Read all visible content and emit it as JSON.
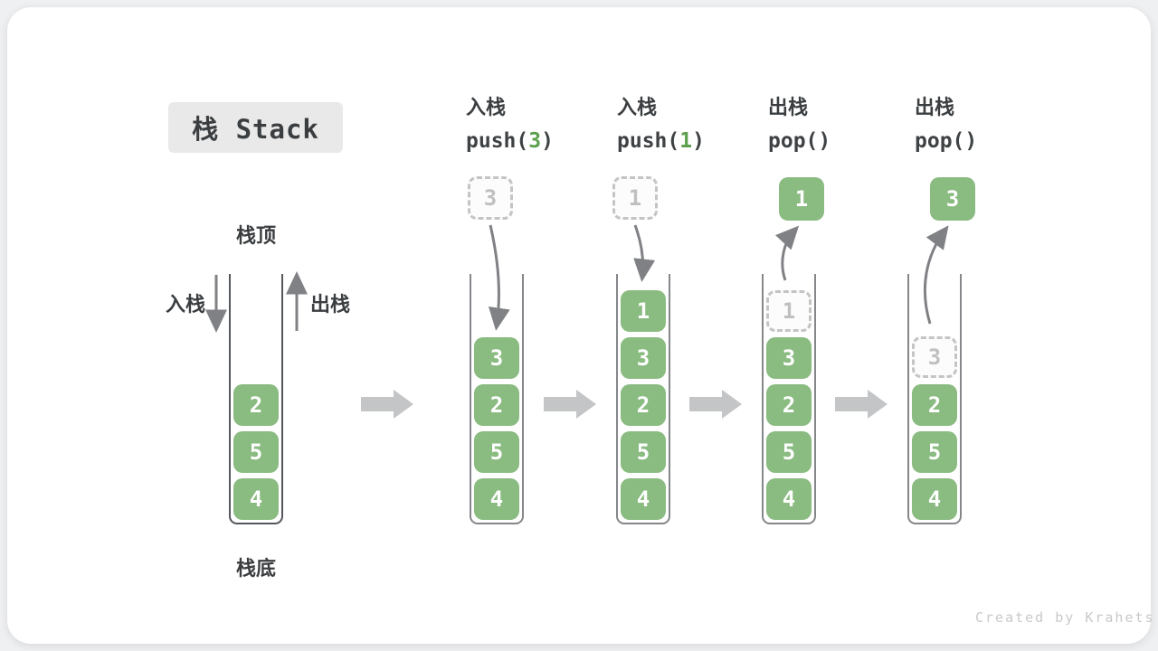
{
  "title": "栈 Stack",
  "watermark": "Created by Krahets",
  "labels": {
    "stack_top": "栈顶",
    "stack_bottom": "栈底",
    "push_cn": "入栈",
    "pop_cn": "出栈"
  },
  "initial_stack": {
    "values": [
      "2",
      "5",
      "4"
    ]
  },
  "steps": [
    {
      "name": "push-3",
      "action": "入栈",
      "code_pre": "push(",
      "code_arg": "3",
      "code_post": ")",
      "floating": "3",
      "floating_style": "dashed",
      "cells": [
        {
          "v": "3",
          "ghost": false
        },
        {
          "v": "2",
          "ghost": false
        },
        {
          "v": "5",
          "ghost": false
        },
        {
          "v": "4",
          "ghost": false
        }
      ]
    },
    {
      "name": "push-1",
      "action": "入栈",
      "code_pre": "push(",
      "code_arg": "1",
      "code_post": ")",
      "floating": "1",
      "floating_style": "dashed",
      "cells": [
        {
          "v": "1",
          "ghost": false
        },
        {
          "v": "3",
          "ghost": false
        },
        {
          "v": "2",
          "ghost": false
        },
        {
          "v": "5",
          "ghost": false
        },
        {
          "v": "4",
          "ghost": false
        }
      ]
    },
    {
      "name": "pop-1",
      "action": "出栈",
      "code_pre": "pop(",
      "code_arg": "",
      "code_post": ")",
      "floating": "1",
      "floating_style": "solid",
      "cells": [
        {
          "v": "1",
          "ghost": true
        },
        {
          "v": "3",
          "ghost": false
        },
        {
          "v": "2",
          "ghost": false
        },
        {
          "v": "5",
          "ghost": false
        },
        {
          "v": "4",
          "ghost": false
        }
      ]
    },
    {
      "name": "pop-3",
      "action": "出栈",
      "code_pre": "pop(",
      "code_arg": "",
      "code_post": ")",
      "floating": "3",
      "floating_style": "solid",
      "cells": [
        {
          "v": "3",
          "ghost": true
        },
        {
          "v": "2",
          "ghost": false
        },
        {
          "v": "5",
          "ghost": false
        },
        {
          "v": "4",
          "ghost": false
        }
      ]
    }
  ],
  "colors": {
    "green_box": "#8abb81",
    "green_code_arg": "#5da150",
    "dark_text": "#3b3e40",
    "gray_arrow": "#7f8184",
    "block_arrow": "#c4c5c7",
    "dashed_border": "#c4c4c4",
    "title_bg": "#e9e9e9",
    "card_bg": "#ffffff"
  }
}
